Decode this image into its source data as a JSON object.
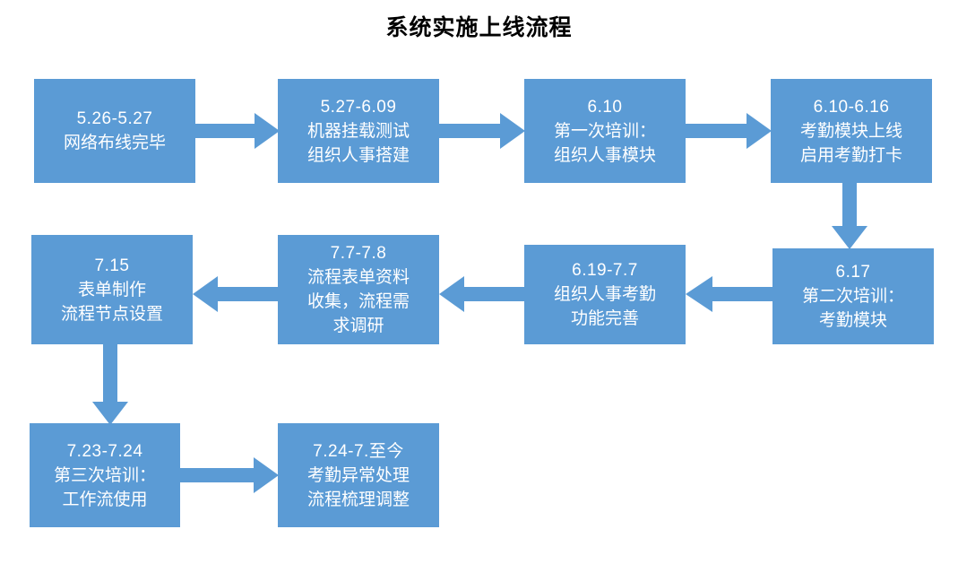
{
  "title": "系统实施上线流程",
  "colors": {
    "node_fill": "#5B9BD5",
    "arrow_fill": "#5B9BD5",
    "node_text": "#FFFFFF",
    "title_text": "#000000",
    "background": "#FFFFFF"
  },
  "nodes": [
    {
      "id": "node-1",
      "lines": [
        "5.26-5.27",
        "网络布线完毕"
      ]
    },
    {
      "id": "node-2",
      "lines": [
        "5.27-6.09",
        "机器挂载测试",
        "组织人事搭建"
      ]
    },
    {
      "id": "node-3",
      "lines": [
        "6.10",
        "第一次培训：",
        "组织人事模块"
      ]
    },
    {
      "id": "node-4",
      "lines": [
        "6.10-6.16",
        "考勤模块上线",
        "启用考勤打卡"
      ]
    },
    {
      "id": "node-5",
      "lines": [
        "6.17",
        "第二次培训：",
        "考勤模块"
      ]
    },
    {
      "id": "node-6",
      "lines": [
        "6.19-7.7",
        "组织人事考勤",
        "功能完善"
      ]
    },
    {
      "id": "node-7",
      "lines": [
        "7.7-7.8",
        "流程表单资料",
        "收集，流程需",
        "求调研"
      ]
    },
    {
      "id": "node-8",
      "lines": [
        "7.15",
        "表单制作",
        "流程节点设置"
      ]
    },
    {
      "id": "node-9",
      "lines": [
        "7.23-7.24",
        "第三次培训：",
        "工作流使用"
      ]
    },
    {
      "id": "node-10",
      "lines": [
        "7.24-7.至今",
        "考勤异常处理",
        "流程梳理调整"
      ]
    }
  ],
  "connectors": [
    {
      "id": "arrow-1-to-2",
      "direction": "right"
    },
    {
      "id": "arrow-2-to-3",
      "direction": "right"
    },
    {
      "id": "arrow-3-to-4",
      "direction": "right"
    },
    {
      "id": "arrow-4-to-5",
      "direction": "down"
    },
    {
      "id": "arrow-5-to-6",
      "direction": "left"
    },
    {
      "id": "arrow-6-to-7",
      "direction": "left"
    },
    {
      "id": "arrow-7-to-8",
      "direction": "left"
    },
    {
      "id": "arrow-8-to-9",
      "direction": "down"
    },
    {
      "id": "arrow-9-to-10",
      "direction": "right"
    }
  ]
}
